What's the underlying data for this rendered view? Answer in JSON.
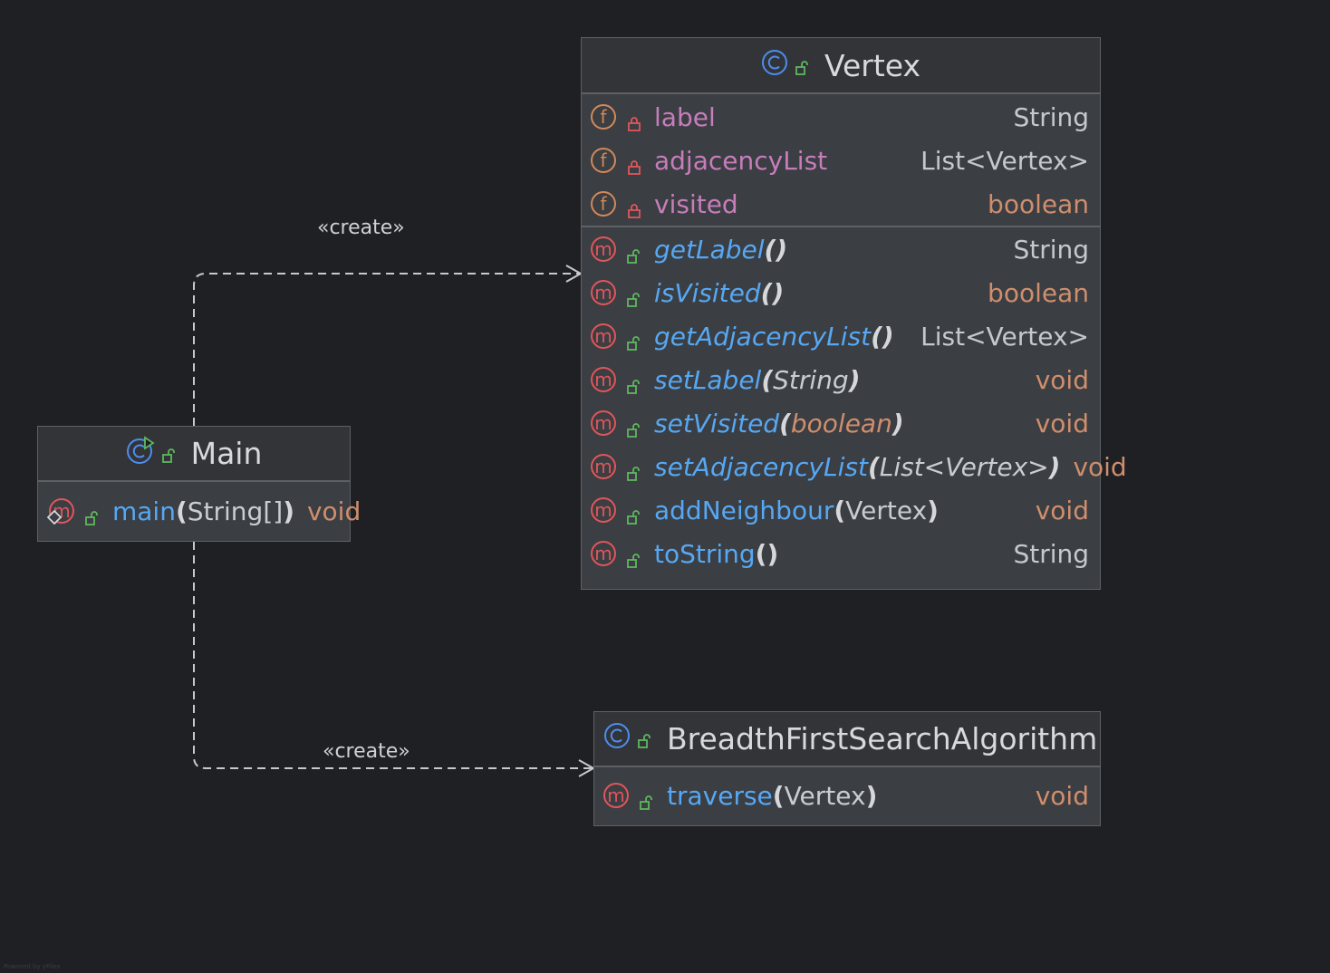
{
  "edges": [
    {
      "label": "«create»"
    },
    {
      "label": "«create»"
    }
  ],
  "vertex": {
    "name": "Vertex",
    "fields": [
      {
        "name": "label",
        "type": "String"
      },
      {
        "name": "adjacencyList",
        "type": "List<Vertex>"
      },
      {
        "name": "visited",
        "type": "boolean"
      }
    ],
    "methods": [
      {
        "name": "getLabel",
        "params": "",
        "type": "String"
      },
      {
        "name": "isVisited",
        "params": "",
        "type": "boolean"
      },
      {
        "name": "getAdjacencyList",
        "params": "",
        "type": "List<Vertex>"
      },
      {
        "name": "setLabel",
        "params": "String",
        "type": "void"
      },
      {
        "name": "setVisited",
        "params": "boolean",
        "type": "void"
      },
      {
        "name": "setAdjacencyList",
        "params": "List<Vertex>",
        "type": "void"
      },
      {
        "name": "addNeighbour",
        "params": "Vertex",
        "type": "void"
      },
      {
        "name": "toString",
        "params": "",
        "type": "String"
      }
    ]
  },
  "main": {
    "name": "Main",
    "method": {
      "name": "main",
      "params": "String[]",
      "type": "void"
    }
  },
  "bfs": {
    "name": "BreadthFirstSearchAlgorithm",
    "method": {
      "name": "traverse",
      "params": "Vertex",
      "type": "void"
    }
  },
  "punct": {
    "open": "(",
    "close": ")"
  },
  "credit": "Powered by yFiles",
  "colors": {
    "background": "#1f2024",
    "class_body": "#3b3e42",
    "class_header": "#323437",
    "field_name": "#c77dbb",
    "method_name": "#56a8f5",
    "keyword_type": "#cf8e6d",
    "class_icon": "#4d8df0",
    "public_lock": "#5fb760",
    "private_lock": "#e0565b"
  }
}
